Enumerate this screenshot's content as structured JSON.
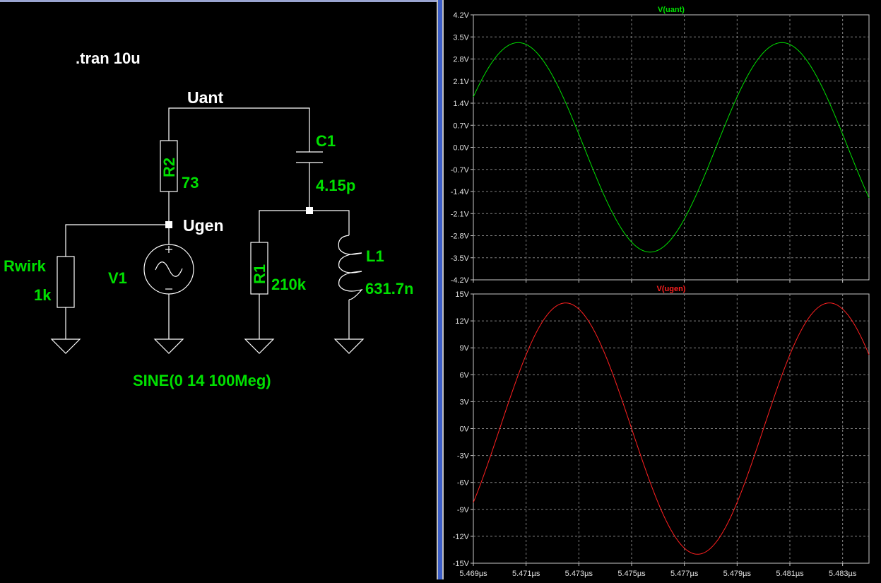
{
  "schematic": {
    "directive": ".tran 10u",
    "net_labels": {
      "uant": "Uant",
      "ugen": "Ugen"
    },
    "components": {
      "r2": {
        "name": "R2",
        "value": "73"
      },
      "c1": {
        "name": "C1",
        "value": "4.15p"
      },
      "rwirk": {
        "name": "Rwirk",
        "value": "1k"
      },
      "v1": {
        "name": "V1",
        "value": "SINE(0 14 100Meg)"
      },
      "r1": {
        "name": "R1",
        "value": "210k"
      },
      "l1": {
        "name": "L1",
        "value": "631.7n"
      }
    },
    "colors": {
      "wire": "#ffffff",
      "component_text": "#00e000",
      "label_text": "#ffffff"
    }
  },
  "chart_data": [
    {
      "type": "line",
      "title": "V(uant)",
      "color": "#00e000",
      "ylim": [
        -4.2,
        4.2
      ],
      "yticks": [
        "4.2V",
        "3.5V",
        "2.8V",
        "2.1V",
        "1.4V",
        "0.7V",
        "0.0V",
        "-0.7V",
        "-1.4V",
        "-2.1V",
        "-2.8V",
        "-3.5V",
        "-4.2V"
      ],
      "x_unit": "µs",
      "xlim": [
        5.469,
        5.484
      ],
      "series": [
        {
          "amplitude": 3.32,
          "period": 0.01,
          "first_peak": 5.4707,
          "x": [
            5.469,
            5.4707,
            5.4732,
            5.4757,
            5.4782,
            5.4807,
            5.4832,
            5.484
          ],
          "y": [
            2.0,
            3.32,
            0.0,
            -3.32,
            0.0,
            3.32,
            0.0,
            -1.95
          ]
        }
      ],
      "grid": true
    },
    {
      "type": "line",
      "title": "V(ugen)",
      "color": "#ff2020",
      "ylim": [
        -15,
        15
      ],
      "yticks": [
        "15V",
        "12V",
        "9V",
        "6V",
        "3V",
        "0V",
        "-3V",
        "-6V",
        "-9V",
        "-12V",
        "-15V"
      ],
      "x_unit": "µs",
      "xlim": [
        5.469,
        5.484
      ],
      "xticks": [
        "5.469µs",
        "5.471µs",
        "5.473µs",
        "5.475µs",
        "5.477µs",
        "5.479µs",
        "5.481µs",
        "5.483µs"
      ],
      "series": [
        {
          "amplitude": 14,
          "period": 0.01,
          "first_peak": 5.4725,
          "x": [
            5.469,
            5.4725,
            5.475,
            5.4775,
            5.48,
            5.4825,
            5.484
          ],
          "y": [
            -7.6,
            14,
            0.0,
            -14,
            0.0,
            14,
            8.0
          ]
        }
      ],
      "grid": true
    }
  ]
}
